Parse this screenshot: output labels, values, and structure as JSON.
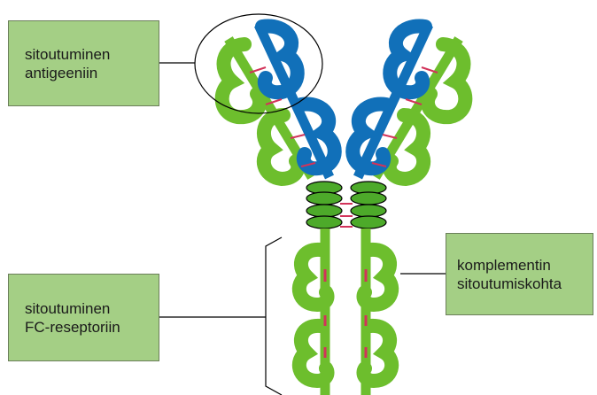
{
  "labels": {
    "antigen": {
      "line1": "sitoutuminen",
      "line2": "antigeeniin"
    },
    "fc": {
      "line1": "sitoutuminen",
      "line2": "FC-reseptoriin"
    },
    "complement": {
      "line1": "komplementin",
      "line2": "sitoutumiskohta"
    }
  },
  "colors": {
    "heavy_chain": "#6dbe2d",
    "light_chain": "#1170b9",
    "disulfide": "#d2335a",
    "hinge": "#4daa2a",
    "box_fill": "#a4cf85",
    "line": "#000000"
  }
}
